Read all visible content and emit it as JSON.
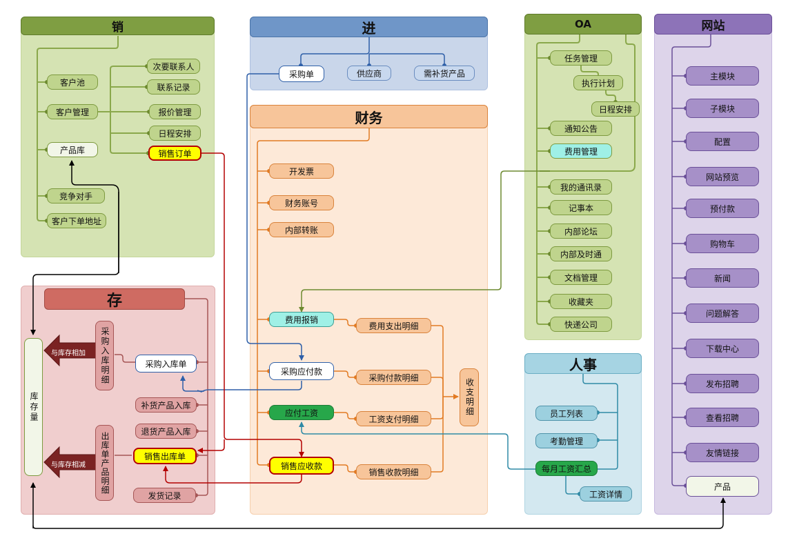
{
  "sections": {
    "xiao": {
      "title": "销"
    },
    "jin": {
      "title": "进"
    },
    "oa": {
      "title": "OA"
    },
    "wangzhan": {
      "title": "网站"
    },
    "caiwu": {
      "title": "财务"
    },
    "cun": {
      "title": "存"
    },
    "renshi": {
      "title": "人事"
    }
  },
  "xiao_nodes": {
    "customer_pool": "客户池",
    "customer_mgmt": "客户管理",
    "product_lib": "产品库",
    "competitor": "竞争对手",
    "order_address": "客户下单地址",
    "secondary_contact": "次要联系人",
    "contact_record": "联系记录",
    "quote_mgmt": "报价管理",
    "schedule": "日程安排",
    "sales_order": "销售订单"
  },
  "jin_nodes": {
    "purchase_order": "采购单",
    "supplier": "供应商",
    "restock_product": "需补货产品"
  },
  "caiwu_nodes": {
    "invoice": "开发票",
    "finance_account": "财务账号",
    "internal_transfer": "内部转账",
    "expense_reimburse": "费用报销",
    "expense_detail": "费用支出明细",
    "purchase_payable": "采购应付款",
    "purchase_pay_detail": "采购付款明细",
    "wage_payable": "应付工资",
    "wage_pay_detail": "工资支付明细",
    "sales_receivable": "销售应收款",
    "sales_receipt_detail": "销售收款明细",
    "income_expense_detail": "收支明细"
  },
  "oa_nodes": {
    "task_mgmt": "任务管理",
    "exec_plan": "执行计划",
    "schedule": "日程安排",
    "notice": "通知公告",
    "expense_mgmt": "费用管理",
    "address_book": "我的通讯录",
    "notebook": "记事本",
    "forum": "内部论坛",
    "instant_msg": "内部及时通",
    "doc_mgmt": "文档管理",
    "favorites": "收藏夹",
    "courier": "快递公司"
  },
  "wangzhan_nodes": [
    "主模块",
    "子模块",
    "配置",
    "网站预览",
    "预付款",
    "购物车",
    "新闻",
    "问题解答",
    "下载中心",
    "发布招聘",
    "查看招聘",
    "友情链接",
    "产品"
  ],
  "cun_nodes": {
    "inventory": "库存量",
    "add_inventory": "与库存相加",
    "sub_inventory": "与库存相减",
    "purchase_in_detail": "采购入库明细",
    "purchase_in_order": "采购入库单",
    "restock_in": "补货产品入库",
    "return_in": "退货产品入库",
    "sales_out_order": "销售出库单",
    "out_detail": "出库单产品明细",
    "delivery_record": "发货记录"
  },
  "renshi_nodes": {
    "staff_list": "员工列表",
    "attendance": "考勤管理",
    "monthly_wage": "每月工资汇总",
    "wage_detail": "工资详情"
  }
}
